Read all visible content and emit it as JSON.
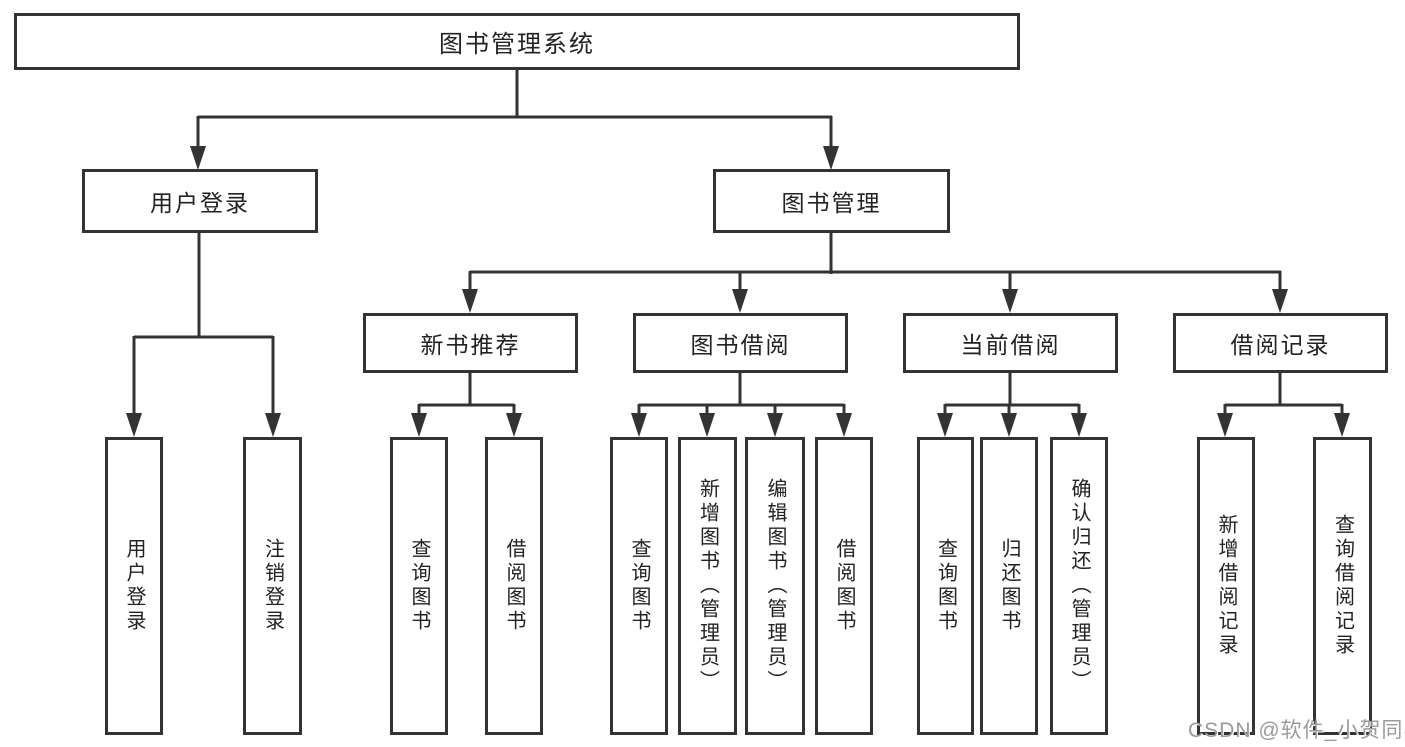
{
  "diagram": {
    "type": "tree-diagram",
    "title": "图书管理系统"
  },
  "nodes": {
    "root": "图书管理系统",
    "userLogin": "用户登录",
    "bookMgmt": "图书管理",
    "newBook": "新书推荐",
    "bookBorrow": "图书借阅",
    "currentBorrow": "当前借阅",
    "borrowRecord": "借阅记录",
    "leafUserLogin": "用户登录",
    "leafLogout": "注销登录",
    "nbQuery": "查询图书",
    "nbBorrow": "借阅图书",
    "bbQuery": "查询图书",
    "bbAdd": "新增图书（管理员）",
    "bbEdit": "编辑图书（管理员）",
    "bbBorrow": "借阅图书",
    "cbQuery": "查询图书",
    "cbReturn": "归还图书",
    "cbConfirm": "确认归还（管理员）",
    "brAdd": "新增借阅记录",
    "brQuery": "查询借阅记录"
  },
  "hierarchy": [
    {
      "parent": "图书管理系统",
      "children": [
        "用户登录",
        "图书管理"
      ]
    },
    {
      "parent": "用户登录",
      "children": [
        "用户登录",
        "注销登录"
      ]
    },
    {
      "parent": "图书管理",
      "children": [
        "新书推荐",
        "图书借阅",
        "当前借阅",
        "借阅记录"
      ]
    },
    {
      "parent": "新书推荐",
      "children": [
        "查询图书",
        "借阅图书"
      ]
    },
    {
      "parent": "图书借阅",
      "children": [
        "查询图书",
        "新增图书（管理员）",
        "编辑图书（管理员）",
        "借阅图书"
      ]
    },
    {
      "parent": "当前借阅",
      "children": [
        "查询图书",
        "归还图书",
        "确认归还（管理员）"
      ]
    },
    {
      "parent": "借阅记录",
      "children": [
        "新增借阅记录",
        "查询借阅记录"
      ]
    }
  ],
  "watermark": "CSDN @软件_小贺同学",
  "colors": {
    "line": "#333333",
    "text": "#222222",
    "watermark_text": "#9b9b9b",
    "background": "#ffffff"
  }
}
